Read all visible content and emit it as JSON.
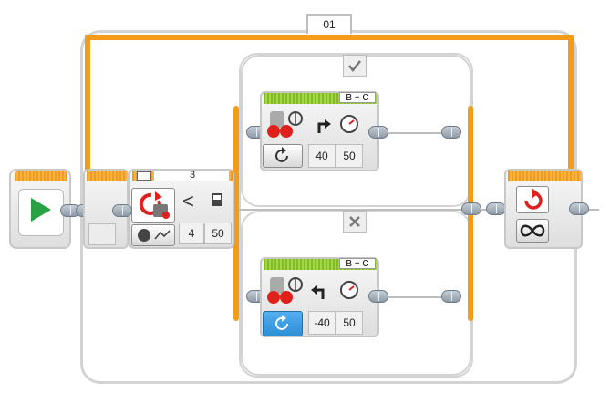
{
  "loop": {
    "name": "01"
  },
  "loop_interrupt": {
    "name": "3"
  },
  "switch": {
    "case_true_icon": "check-mark-icon",
    "case_false_icon": "cross-mark-icon",
    "comparison_block": {
      "compare_symbol": "<",
      "threshold": "4",
      "value": "50"
    }
  },
  "motor_block_true": {
    "ports": "B + C",
    "steering": "40",
    "power": "50"
  },
  "motor_block_false": {
    "ports": "B + C",
    "steering": "-40",
    "power": "50"
  },
  "colors": {
    "accent_orange": "#f39c1a",
    "motor_green": "#7dbd20",
    "start_green": "#2aa146",
    "loop_red": "#e0201b",
    "active_mode_blue": "#2c8fd6"
  }
}
